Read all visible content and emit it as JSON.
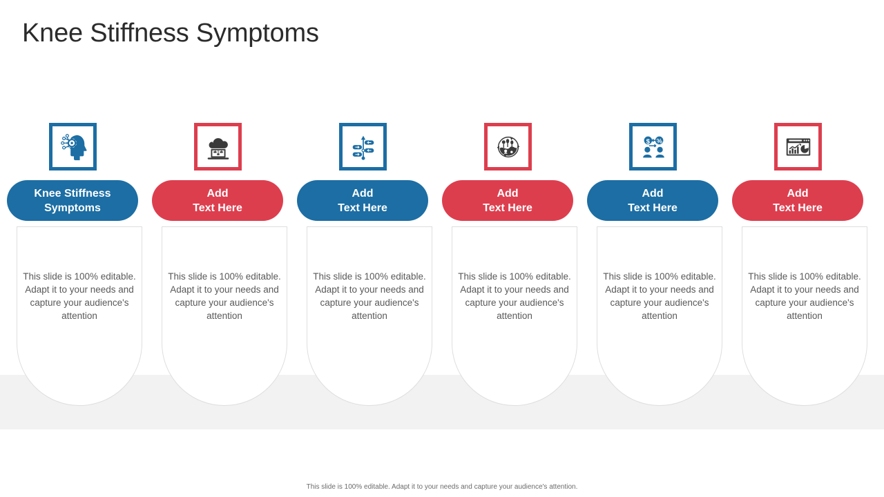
{
  "slide": {
    "title": "Knee Stiffness Symptoms",
    "footer": "This slide is 100% editable.  Adapt it to your needs and capture your audience's attention.",
    "body_text": "This slide is 100% editable. Adapt it to your needs and capture your audience's attention",
    "colors": {
      "blue": "#1C6EA4",
      "red": "#DD3E4E",
      "band_grey": "#F2F2F2",
      "card_border": "#DEDEDE",
      "body_text": "#595959",
      "title": "#2B2B2B"
    }
  },
  "columns": [
    {
      "label": "Knee Stiffness\nSymptoms",
      "color": "blue",
      "icon": "head-gear-icon",
      "body": "This slide is 100% editable. Adapt it to your needs and capture your audience's attention"
    },
    {
      "label": "Add\nText Here",
      "color": "red",
      "icon": "cloud-laptop-icon",
      "body": "This slide is 100% editable. Adapt it to your needs and capture your audience's attention"
    },
    {
      "label": "Add\nText Here",
      "color": "blue",
      "icon": "timeline-roadmap-icon",
      "body": "This slide is 100% editable. Adapt it to your needs and capture your audience's attention"
    },
    {
      "label": "Add\nText Here",
      "color": "red",
      "icon": "global-team-circle-icon",
      "body": "This slide is 100% editable. Adapt it to your needs and capture your audience's attention"
    },
    {
      "label": "Add\nText Here",
      "color": "blue",
      "icon": "money-exchange-people-icon",
      "body": "This slide is 100% editable. Adapt it to your needs and capture your audience's attention"
    },
    {
      "label": "Add\nText Here",
      "color": "red",
      "icon": "analytics-dashboard-icon",
      "body": "This slide is 100% editable. Adapt it to your needs and capture your audience's attention"
    }
  ]
}
